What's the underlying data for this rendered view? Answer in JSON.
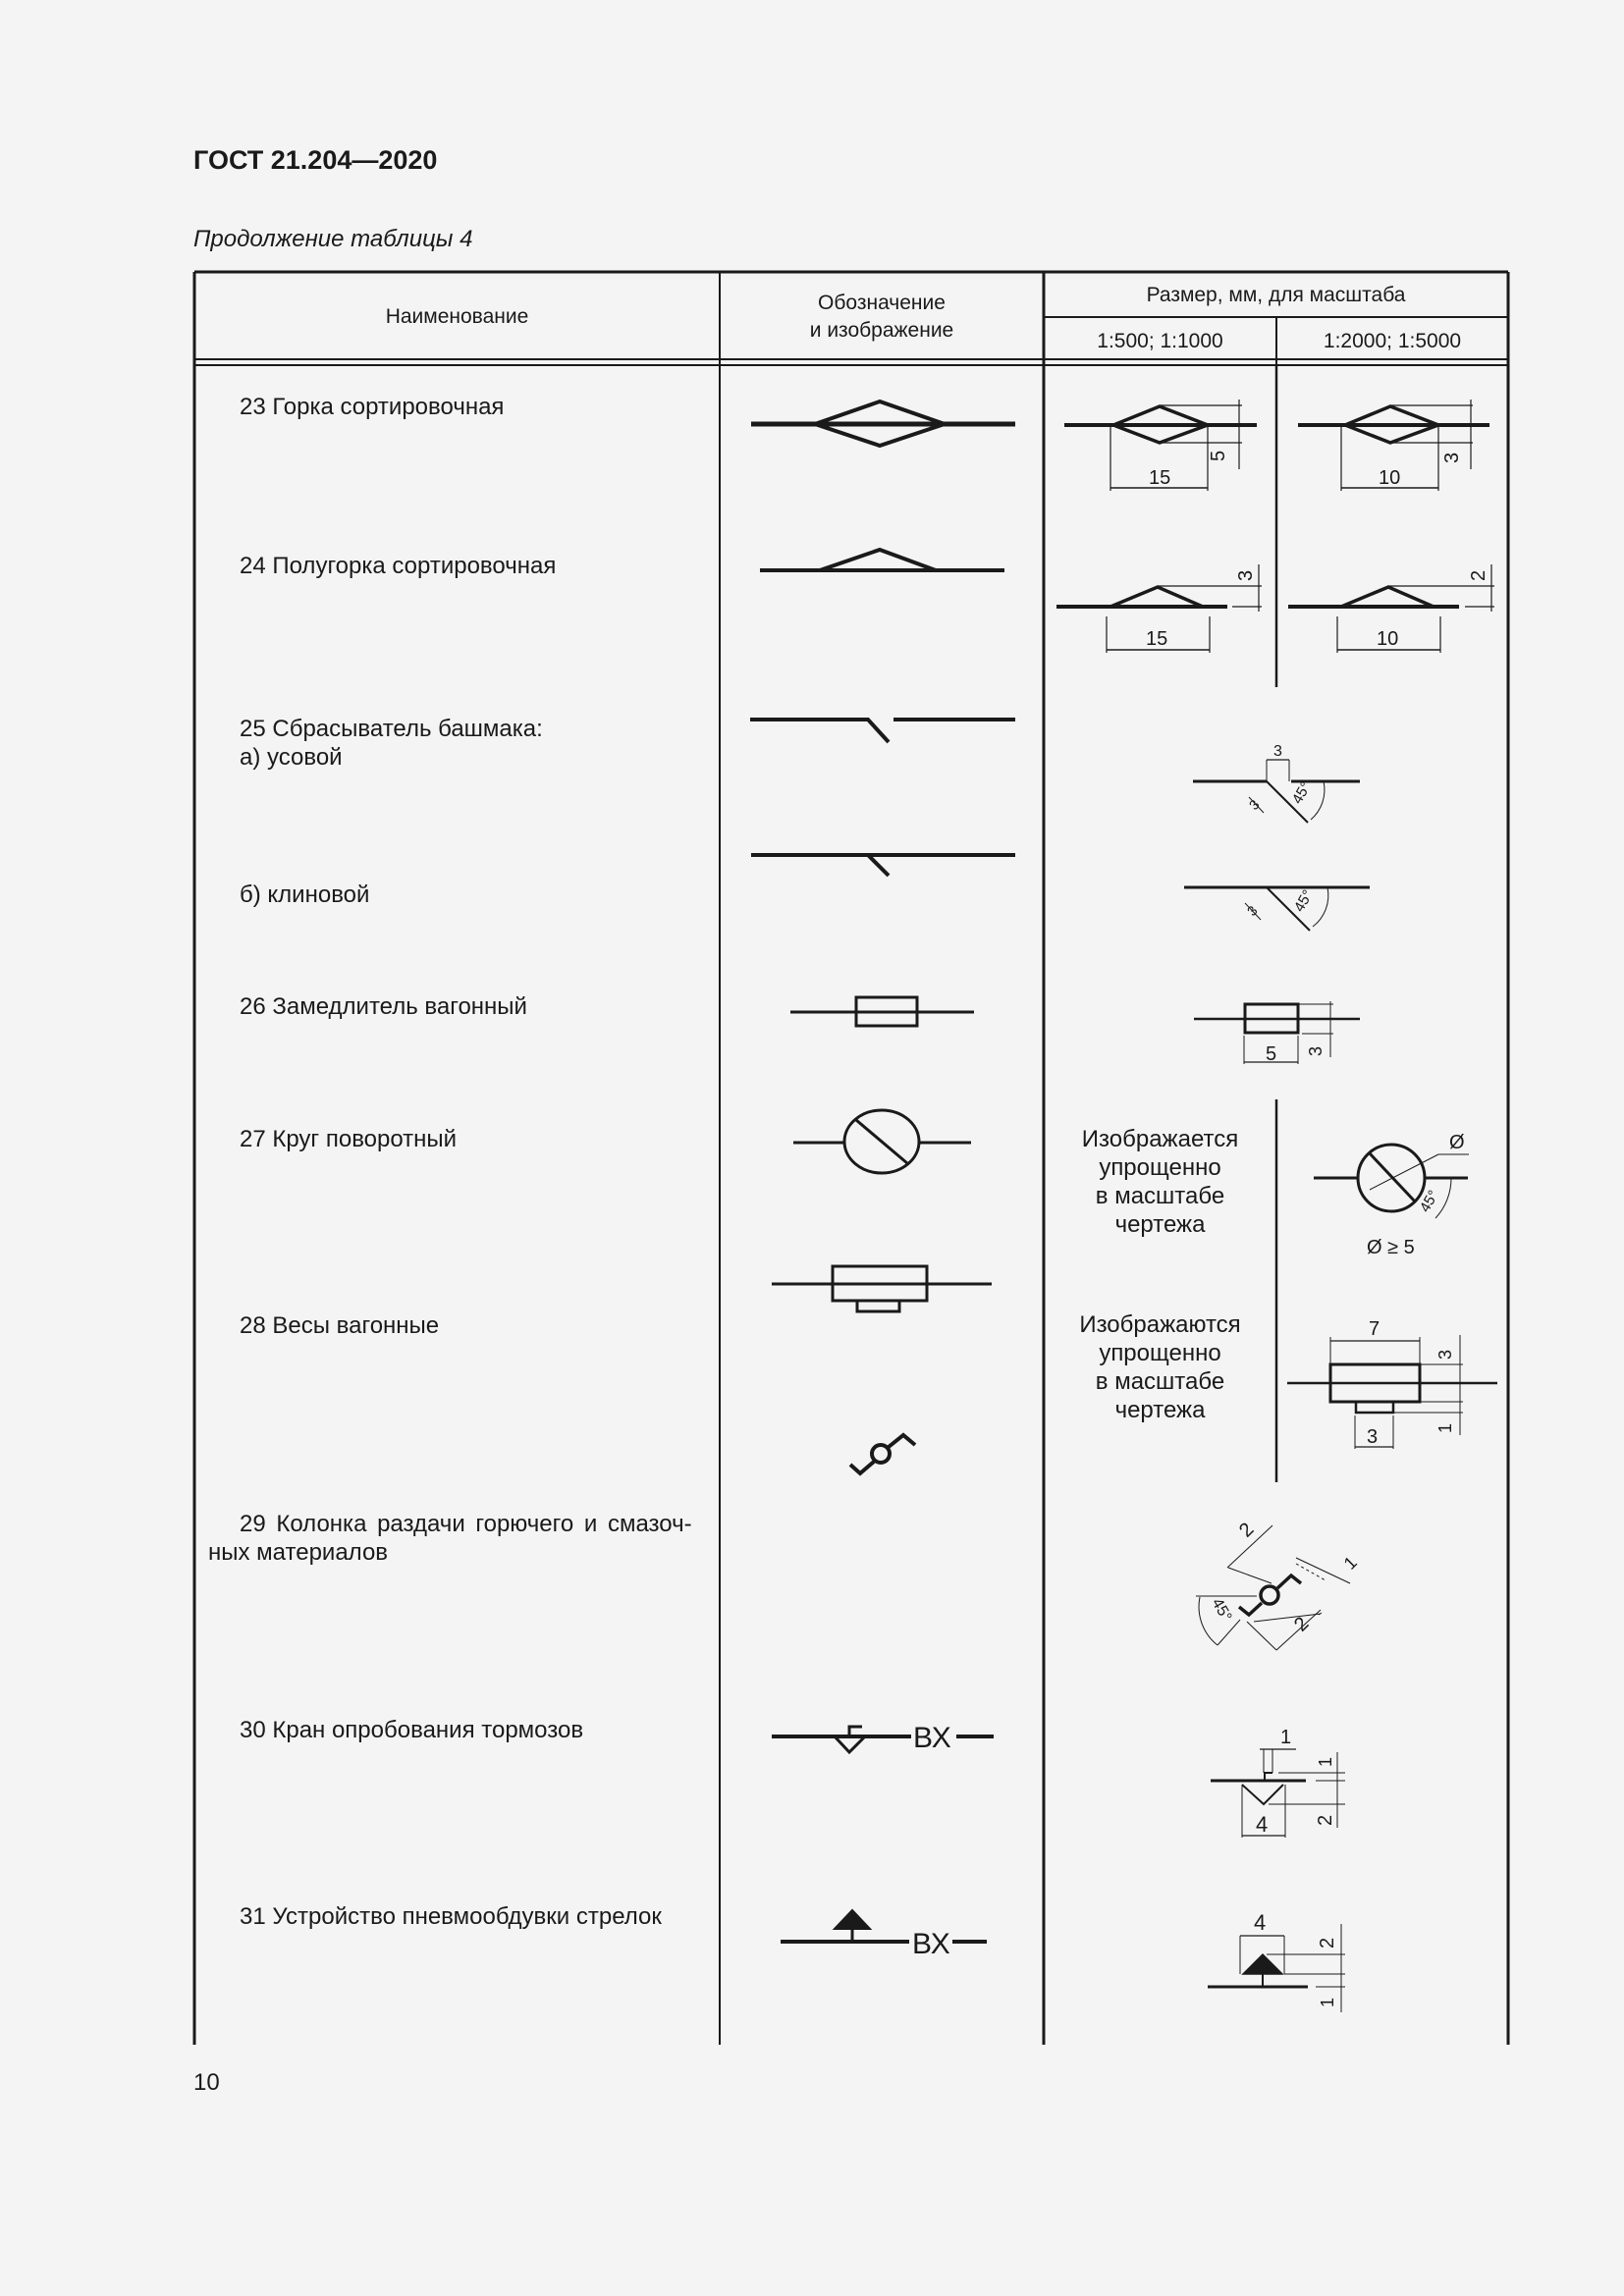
{
  "document": {
    "header": "ГОСТ 21.204—2020",
    "caption": "Продолжение таблицы 4",
    "page_number": "10"
  },
  "table": {
    "columns": {
      "name": "Наименование",
      "symbol_line1": "Обозначение",
      "symbol_line2": "и изображение",
      "size_group": "Размер, мм, для масштаба",
      "scale_a": "1:500; 1:1000",
      "scale_b": "1:2000; 1:5000"
    },
    "rows": [
      {
        "name": "23 Горка сортировочная",
        "symbol": "sorting-hump-icon",
        "size_a": {
          "length": "15",
          "height": "5"
        },
        "size_b": {
          "length": "10",
          "height": "3"
        }
      },
      {
        "name": "24 Полугорка сортировочная",
        "symbol": "half-hump-icon",
        "size_a": {
          "length": "15",
          "height": "3"
        },
        "size_b": {
          "length": "10",
          "height": "2"
        }
      },
      {
        "name": "25 Сбрасыватель башмака:",
        "sub": "а) усовой",
        "symbol": "shoe-dropper-whisker-icon",
        "size": {
          "gap": "3",
          "leg": "3",
          "angle": "45°"
        }
      },
      {
        "name": "б) клиновой",
        "symbol": "shoe-dropper-wedge-icon",
        "size": {
          "leg": "3",
          "angle": "45°"
        }
      },
      {
        "name": "26 Замедлитель вагонный",
        "symbol": "car-retarder-icon",
        "size": {
          "length": "5",
          "height": "3"
        }
      },
      {
        "name": "27 Круг поворотный",
        "symbol": "turntable-icon",
        "size_a_note": [
          "Изображается",
          "упрощенно",
          "в масштабе",
          "чертежа"
        ],
        "size_b": {
          "diameter_label": "Ø",
          "angle": "45°",
          "constraint": "Ø ≥ 5"
        }
      },
      {
        "name": "28 Весы вагонные",
        "symbol": "car-scales-icon",
        "size_a_note": [
          "Изображаются",
          "упрощенно",
          "в масштабе",
          "чертежа"
        ],
        "size_b": {
          "width": "7",
          "height": "3",
          "base_width": "3",
          "base_height": "1"
        }
      },
      {
        "name": "29 Колонка раздачи горючего и смазоч-",
        "name_cont": "ных материалов",
        "symbol": "fuel-dispenser-icon",
        "size": {
          "arm_a": "2",
          "arm_b": "2",
          "offset": "1",
          "angle": "45°"
        }
      },
      {
        "name": "30 Кран опробования тормозов",
        "symbol": "brake-test-valve-icon",
        "label": "ВХ",
        "size": {
          "width": "4",
          "depth": "2",
          "stub_w": "1",
          "stub_h": "1"
        }
      },
      {
        "name": "31 Устройство пневмообдувки стрелок",
        "symbol": "switch-blower-icon",
        "label": "ВХ",
        "size": {
          "width": "4",
          "height": "2",
          "stem": "1"
        }
      }
    ]
  }
}
